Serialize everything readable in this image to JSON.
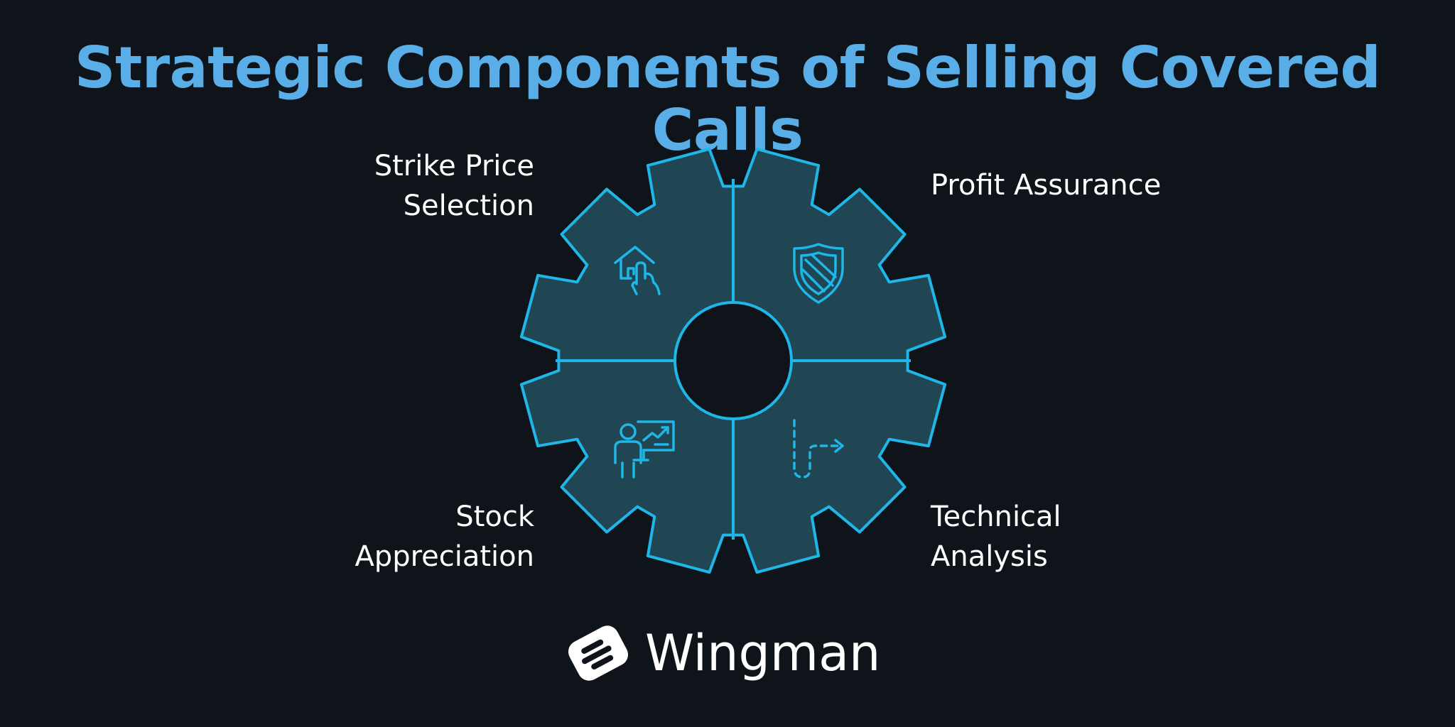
{
  "title": "Strategic Components of Selling Covered Calls",
  "components": [
    {
      "id": "strike",
      "lines": [
        "Strike Price",
        "Selection"
      ],
      "icon": "hand-tap-house-icon"
    },
    {
      "id": "profit",
      "lines": [
        "Profit Assurance"
      ],
      "icon": "shield-icon"
    },
    {
      "id": "stock",
      "lines": [
        "Stock",
        "Appreciation"
      ],
      "icon": "presenter-chart-icon"
    },
    {
      "id": "technical",
      "lines": [
        "Technical",
        "Analysis"
      ],
      "icon": "dashed-route-arrow-icon"
    }
  ],
  "brand": {
    "name": "Wingman"
  },
  "colors": {
    "background": "#0f131a",
    "title": "#5aaee8",
    "gear_fill": "#204654",
    "gear_stroke": "#1fb6e8",
    "label": "#ffffff",
    "logo": "#ffffff"
  }
}
